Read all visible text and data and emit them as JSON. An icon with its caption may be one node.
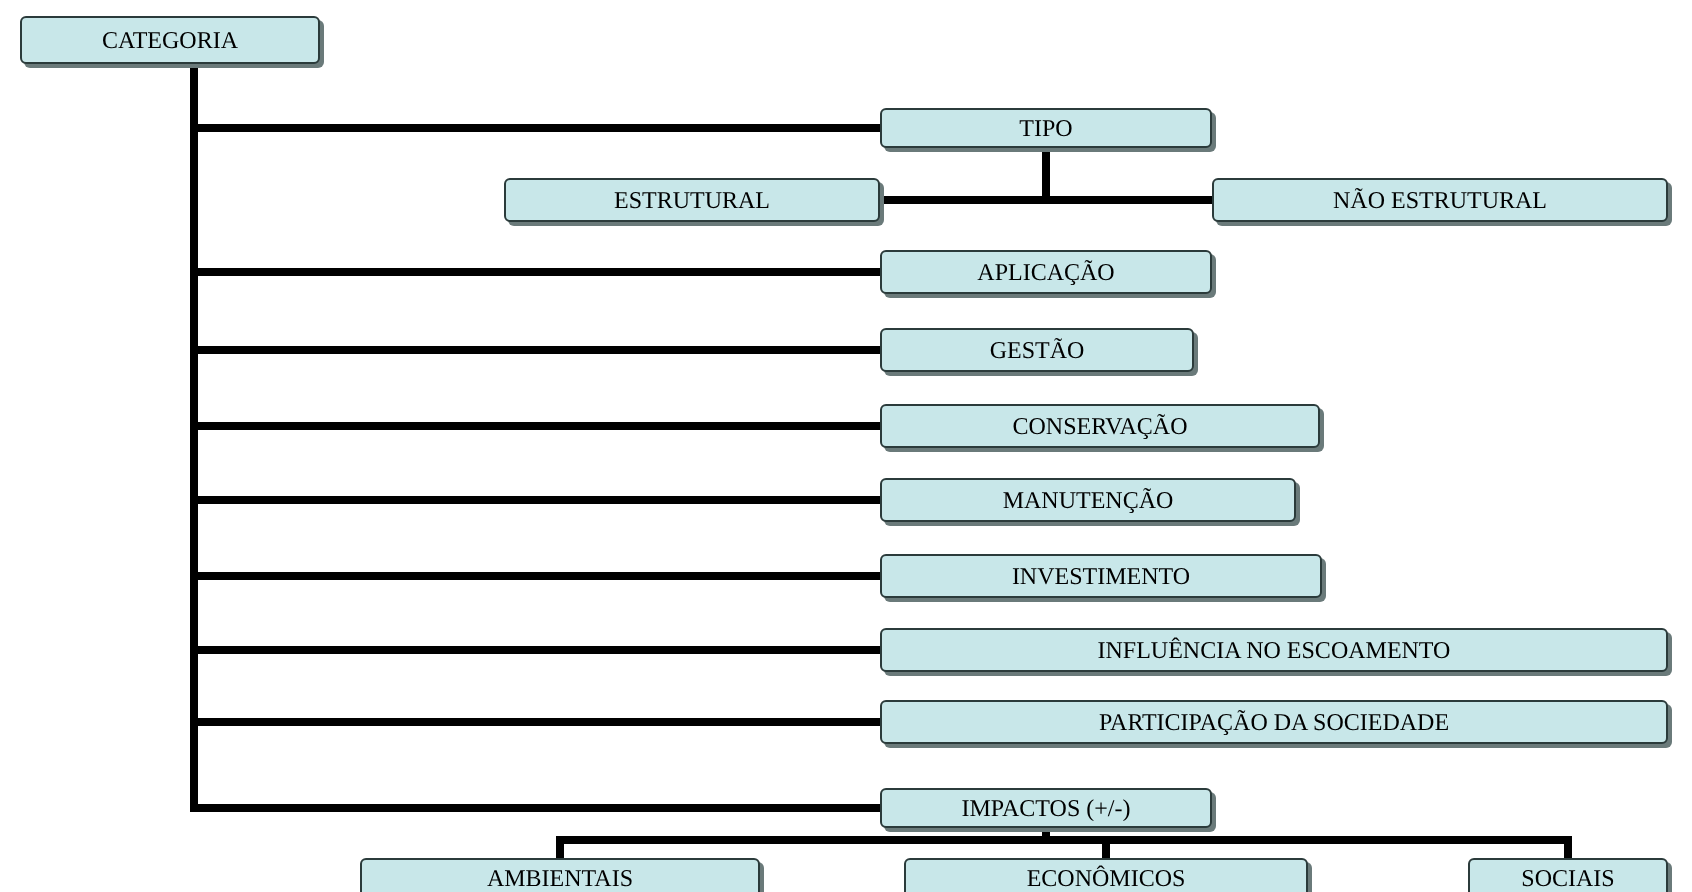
{
  "diagram": {
    "nodes": [
      {
        "text": [
          "CATEGORIA"
        ]
      },
      {
        "text": [
          "TIPO"
        ]
      },
      {
        "text": [
          "ESTRUTURAL"
        ]
      },
      {
        "text": [
          "NÃO ESTRUTURAL"
        ]
      },
      {
        "text": [
          "APLICAÇÃO"
        ]
      },
      {
        "text": [
          "GESTÃO"
        ]
      },
      {
        "text": [
          "CONSERVAÇÃO"
        ]
      },
      {
        "text": [
          "MANUTENÇÃO"
        ]
      },
      {
        "text": [
          "INVESTIMENTO"
        ]
      },
      {
        "text": [
          "INFLUÊNCIA NO ESCOAMENTO"
        ]
      },
      {
        "text": [
          "PARTICIPAÇÃO DA SOCIEDADE"
        ]
      },
      {
        "text": [
          "IMPACTOS (+/-)"
        ]
      },
      {
        "text": [
          "AMBIENTAIS"
        ]
      },
      {
        "text": [
          "ECONÔMICOS"
        ]
      },
      {
        "text": [
          "SOCIAIS"
        ]
      }
    ],
    "edges": [
      {
        "from": 0,
        "to": 1,
        "arrow": "none"
      },
      {
        "from": 1,
        "to": 2,
        "arrow": "none"
      },
      {
        "from": 1,
        "to": 3,
        "arrow": "none"
      },
      {
        "from": 0,
        "to": 4,
        "arrow": "none"
      },
      {
        "from": 0,
        "to": 5,
        "arrow": "none"
      },
      {
        "from": 0,
        "to": 6,
        "arrow": "none"
      },
      {
        "from": 0,
        "to": 7,
        "arrow": "none"
      },
      {
        "from": 0,
        "to": 8,
        "arrow": "none"
      },
      {
        "from": 0,
        "to": 9,
        "arrow": "none"
      },
      {
        "from": 0,
        "to": 10,
        "arrow": "none"
      },
      {
        "from": 0,
        "to": 11,
        "arrow": "none"
      },
      {
        "from": 11,
        "to": 12,
        "arrow": "none"
      },
      {
        "from": 11,
        "to": 13,
        "arrow": "none"
      },
      {
        "from": 11,
        "to": 14,
        "arrow": "none"
      }
    ]
  }
}
